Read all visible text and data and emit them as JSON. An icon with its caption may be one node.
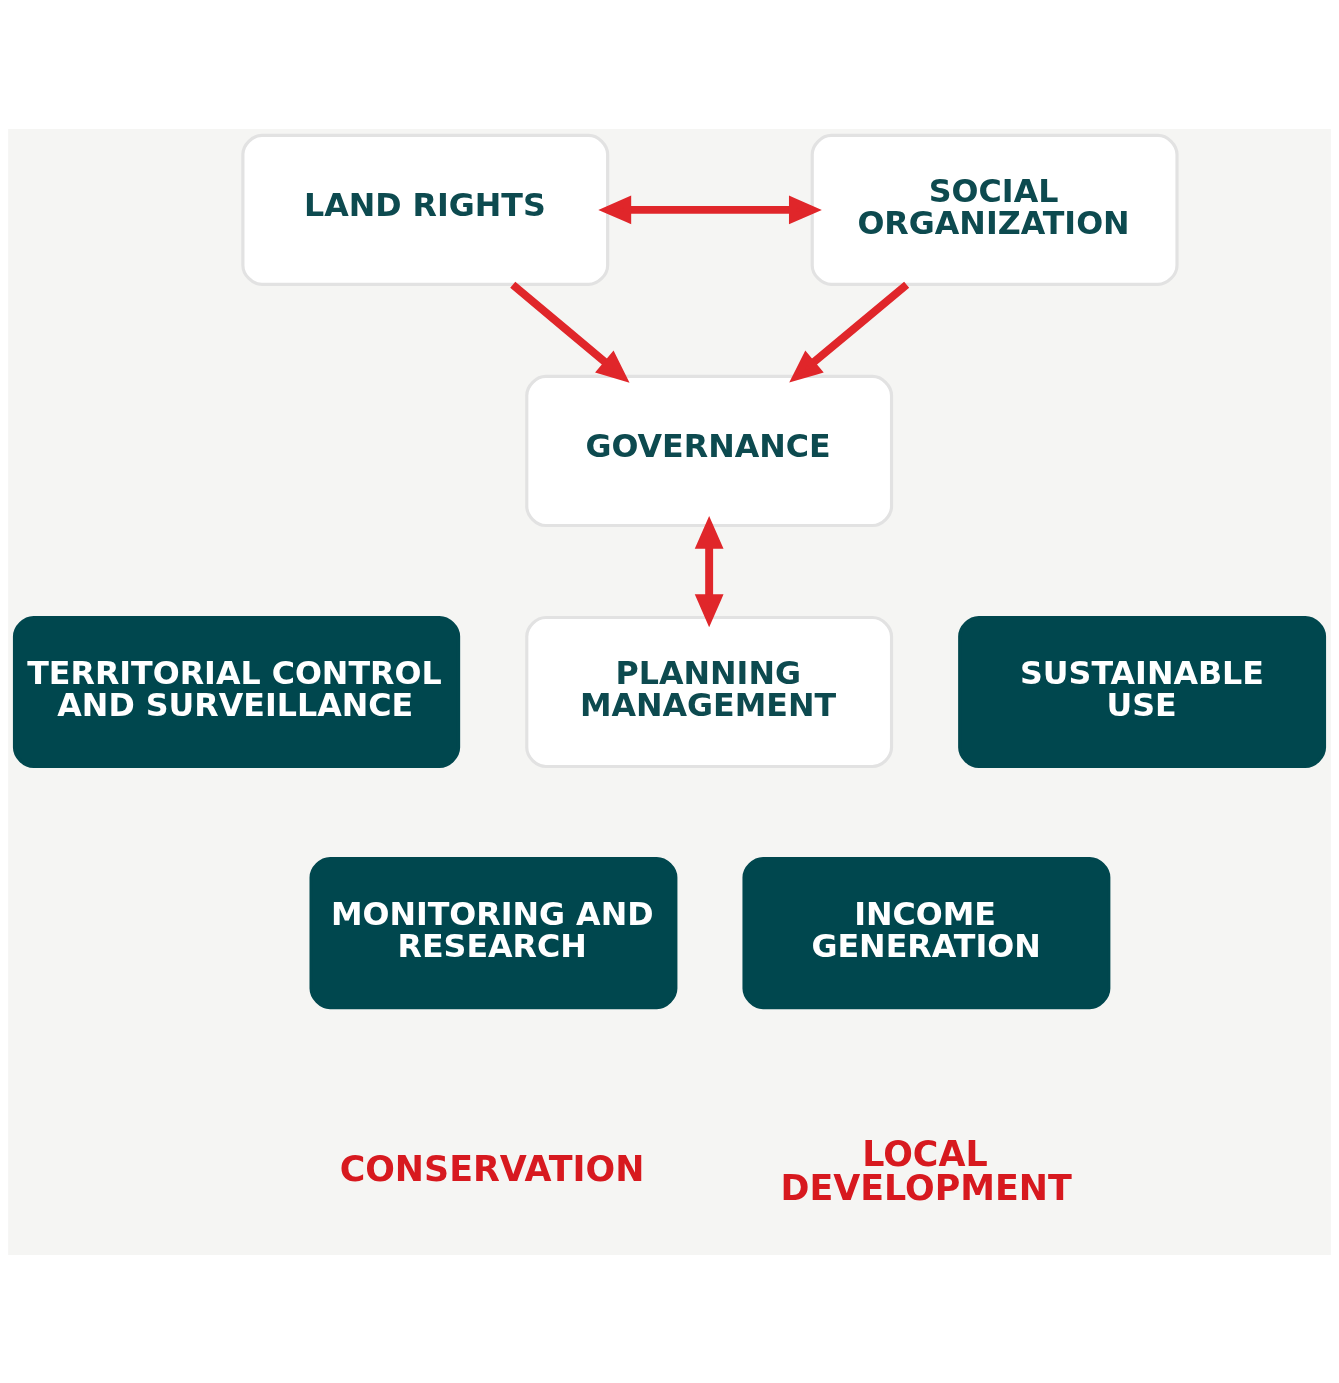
{
  "diagram": {
    "nodes": [
      {
        "text": [
          "LAND RIGHTS"
        ]
      },
      {
        "text": [
          "SOCIAL ORGANIZATION"
        ]
      },
      {
        "text": [
          "GOVERNANCE"
        ]
      },
      {
        "text": [
          "TERRITORIAL CONTROL AND SURVEILLANCE"
        ]
      },
      {
        "text": [
          "PLANNING MANAGEMENT"
        ]
      },
      {
        "text": [
          "SUSTAINABLE USE"
        ]
      },
      {
        "text": [
          "MONITORING AND RESEARCH"
        ]
      },
      {
        "text": [
          "INCOME GENERATION"
        ]
      }
    ],
    "edges": [
      {
        "from": 0,
        "to": 1,
        "arrow": "both"
      },
      {
        "from": 0,
        "to": 2,
        "arrow": "to"
      },
      {
        "from": 1,
        "to": 2,
        "arrow": "to"
      },
      {
        "from": 2,
        "to": 4,
        "arrow": "both"
      }
    ],
    "labels": [
      "CONSERVATION",
      "LOCAL DEVELOPMENT"
    ]
  }
}
